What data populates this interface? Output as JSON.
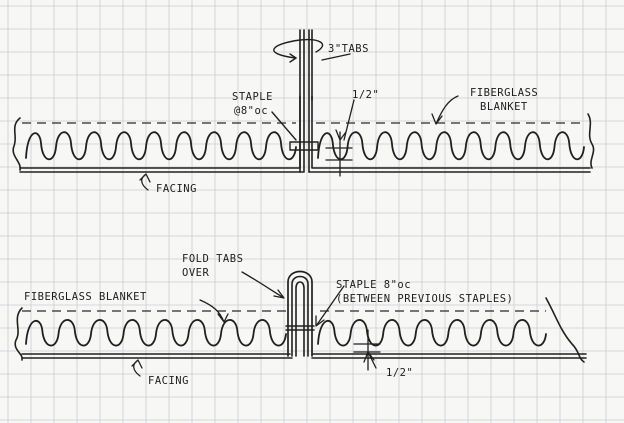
{
  "labels": {
    "tabs": "3\"TABS",
    "staple_top_1": "STAPLE",
    "staple_top_2": "@8\"oc",
    "half_inch_top": "1/2\"",
    "fiberglass_top_1": "FIBERGLASS",
    "fiberglass_top_2": "BLANKET",
    "facing_top": "FACING",
    "fold_tabs_1": "FOLD TABS",
    "fold_tabs_2": "OVER",
    "staple_bottom_1": "STAPLE 8\"oc",
    "staple_bottom_2": "(BETWEEN PREVIOUS STAPLES)",
    "fiberglass_bottom": "FIBERGLASS BLANKET",
    "facing_bottom": "FACING",
    "half_inch_bottom": "1/2\""
  },
  "colors": {
    "ink": "#202020",
    "grid": "#c8ccd2",
    "paper": "#f7f7f5"
  }
}
